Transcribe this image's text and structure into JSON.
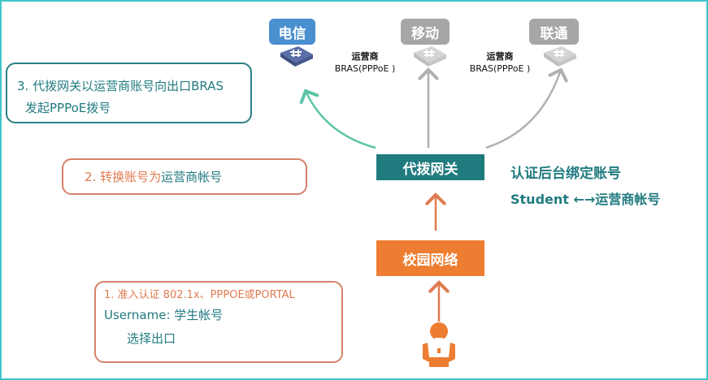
{
  "isps": [
    {
      "label": "电信",
      "color": "#4a8fd0",
      "active": true
    },
    {
      "label": "移动",
      "color": "#a6a6a6",
      "active": false
    },
    {
      "label": "联通",
      "color": "#a6a6a6",
      "active": false
    }
  ],
  "bras_labels": [
    {
      "title": "运营商",
      "sub": "BRAS(PPPoE )"
    },
    {
      "title": "运营商",
      "sub": "BRAS(PPPoE )"
    }
  ],
  "step3": {
    "line1": "3. 代拨网关以运营商账号向出口BRAS",
    "line2": "发起PPPoE拨号"
  },
  "step2": {
    "prefix": "2. 转换账号为",
    "suffix": "运营商帐号"
  },
  "gateway": {
    "label": "代拨网关"
  },
  "binding": {
    "title": "认证后台绑定账号",
    "mapping": "Student ←→运营商帐号"
  },
  "campus": {
    "label": "校园网络"
  },
  "step1": {
    "line1": "1.    准入认证 802.1x、PPPOE或PORTAL",
    "line2": "Username: 学生帐号",
    "line3": "选择出口"
  },
  "colors": {
    "teal": "#217b80",
    "orange": "#ed7d31",
    "green": "#5cc4a8",
    "grey": "#b0b0b0"
  }
}
